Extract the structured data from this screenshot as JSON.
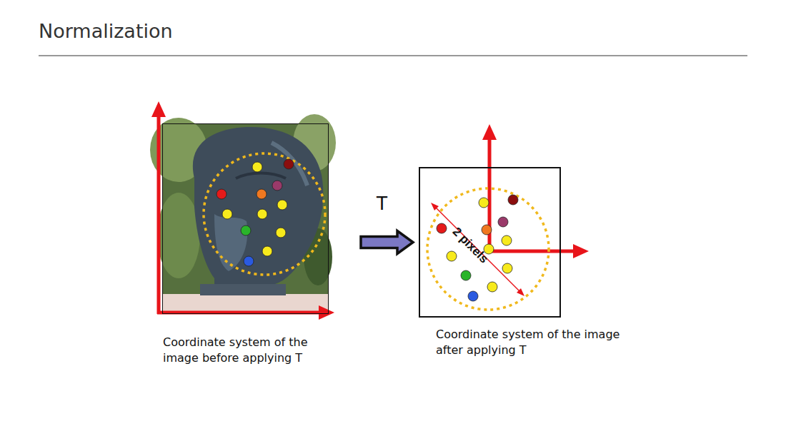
{
  "diagram": {
    "title": "Normalization",
    "nodes": [
      {
        "text": [
          "Coordinate system of the image before applying T"
        ]
      },
      {
        "text": [
          "Coordinate system of the image after applying T"
        ]
      }
    ],
    "edges": [
      {
        "from": 0,
        "to": 1,
        "arrow": "to",
        "label": "T"
      }
    ],
    "labels": [
      "2 pixels"
    ]
  }
}
